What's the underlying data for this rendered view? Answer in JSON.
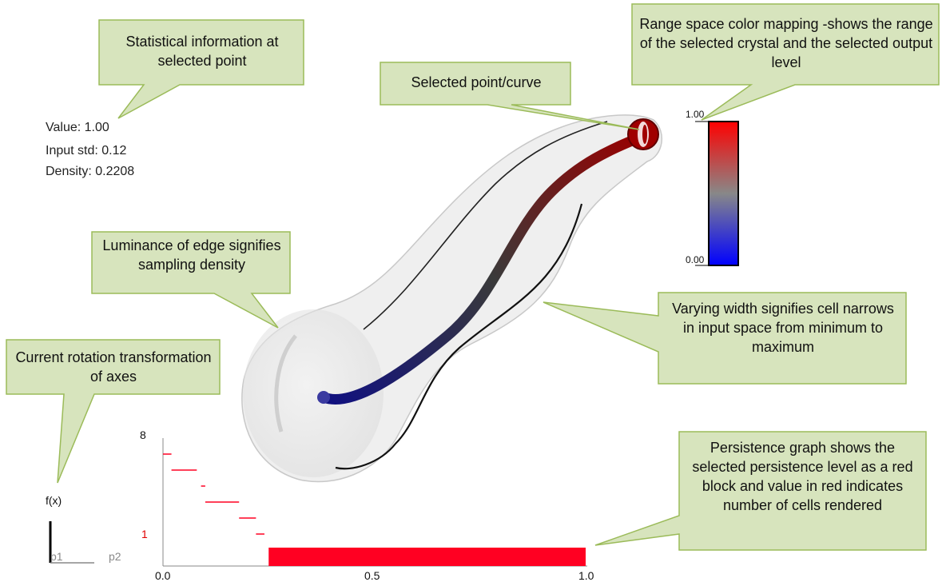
{
  "callouts": {
    "stat_info": "Statistical information at selected point",
    "selected_point": "Selected point/curve",
    "range_space": "Range space color mapping -shows the range of the selected crystal and the selected output level",
    "luminance": "Luminance of edge signifies sampling density",
    "rotation": "Current rotation transformation of axes",
    "varying_width": "Varying width signifies cell narrows in input space from minimum to maximum",
    "persistence": "Persistence graph shows the selected persistence level as a red block and value in red indicates number of cells rendered"
  },
  "stats": {
    "value": "Value: 1.00",
    "input_std": "Input std: 0.12",
    "density": "Density: 0.2208"
  },
  "colorbar": {
    "max_label": "1.00",
    "min_label": "0.00",
    "colors": [
      "#ff0000",
      "#888888",
      "#0000ff"
    ]
  },
  "axes": {
    "fx_label": "f(x)",
    "p1_label": "p1",
    "p2_label": "p2"
  },
  "persistence_graph": {
    "y_top_label": "8",
    "y_selected_label": "1",
    "x_ticks": [
      "0.0",
      "0.5",
      "1.0"
    ]
  },
  "chart_data": {
    "type": "bar",
    "xlim": [
      0,
      1
    ],
    "ylim": [
      0,
      8
    ],
    "selected_level": 1,
    "levels": [
      {
        "y": 7.0,
        "x0": 0.0,
        "x1": 0.02
      },
      {
        "y": 6.0,
        "x0": 0.02,
        "x1": 0.08
      },
      {
        "y": 5.0,
        "x0": 0.09,
        "x1": 0.1
      },
      {
        "y": 4.0,
        "x0": 0.1,
        "x1": 0.18
      },
      {
        "y": 3.0,
        "x0": 0.18,
        "x1": 0.22
      },
      {
        "y": 2.0,
        "x0": 0.22,
        "x1": 0.24
      }
    ],
    "selected_block": {
      "x0": 0.25,
      "x1": 1.0
    }
  },
  "colors": {
    "callout_fill": "#d7e4bd",
    "callout_stroke": "#9bbb59",
    "persistence_red": "#ff0022"
  }
}
